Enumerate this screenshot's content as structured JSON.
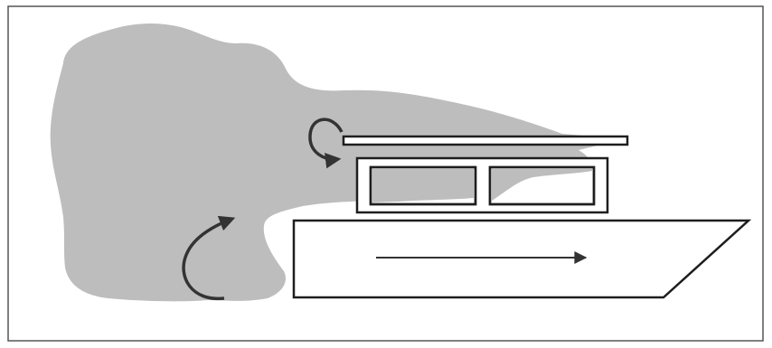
{
  "diagram": {
    "colors": {
      "background": "#ffffff",
      "frame": "#555555",
      "smoke_region": "#bdbdbd",
      "outline": "#1e1e1e",
      "arrow": "#333333"
    },
    "elements": [
      "smoke-region",
      "roof-plate",
      "cabin",
      "cabin-window-left",
      "cabin-window-right",
      "hull",
      "motion-arrow",
      "upper-curved-arrow",
      "lower-curved-arrow"
    ]
  }
}
